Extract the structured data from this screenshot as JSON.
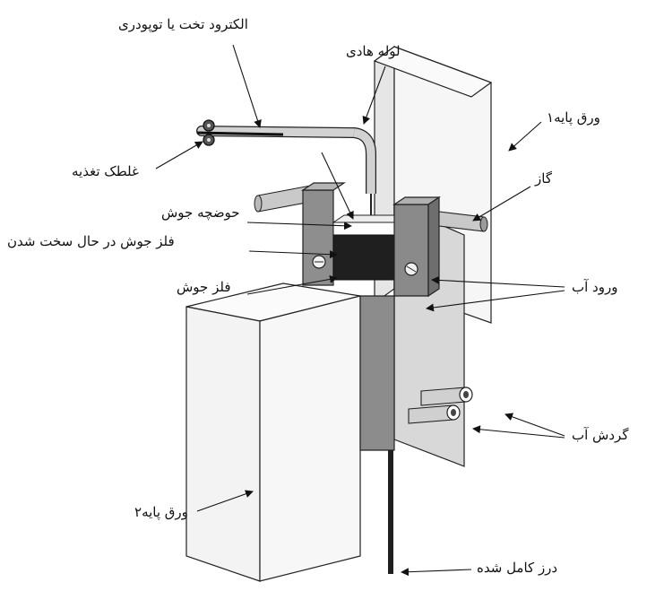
{
  "labels": {
    "electrode": "الکترود تخت یا توپودری",
    "guide_tube": "لوله هادی",
    "base_plate_1": "ورق پایه۱",
    "feed_roller": "غلطک تغذیه",
    "gas": "گاز",
    "weld_pool": "حوضچه جوش",
    "solidifying_metal": "فلز جوش در حال سخت شدن",
    "weld_metal": "فلز جوش",
    "water_inlet": "ورود آب",
    "water_circulation": "گردش آب",
    "base_plate_2": "ورق پایه۲",
    "completed_seam": "درز کامل شده"
  },
  "colors": {
    "plate": "#f4f4f4",
    "plate_side": "#e9e9e9",
    "copper_shoe": "#9a9a9a",
    "copper_dark": "#6e6e6e",
    "weld_dark": "#1e1e1e",
    "pipe": "#c9c9c9"
  }
}
